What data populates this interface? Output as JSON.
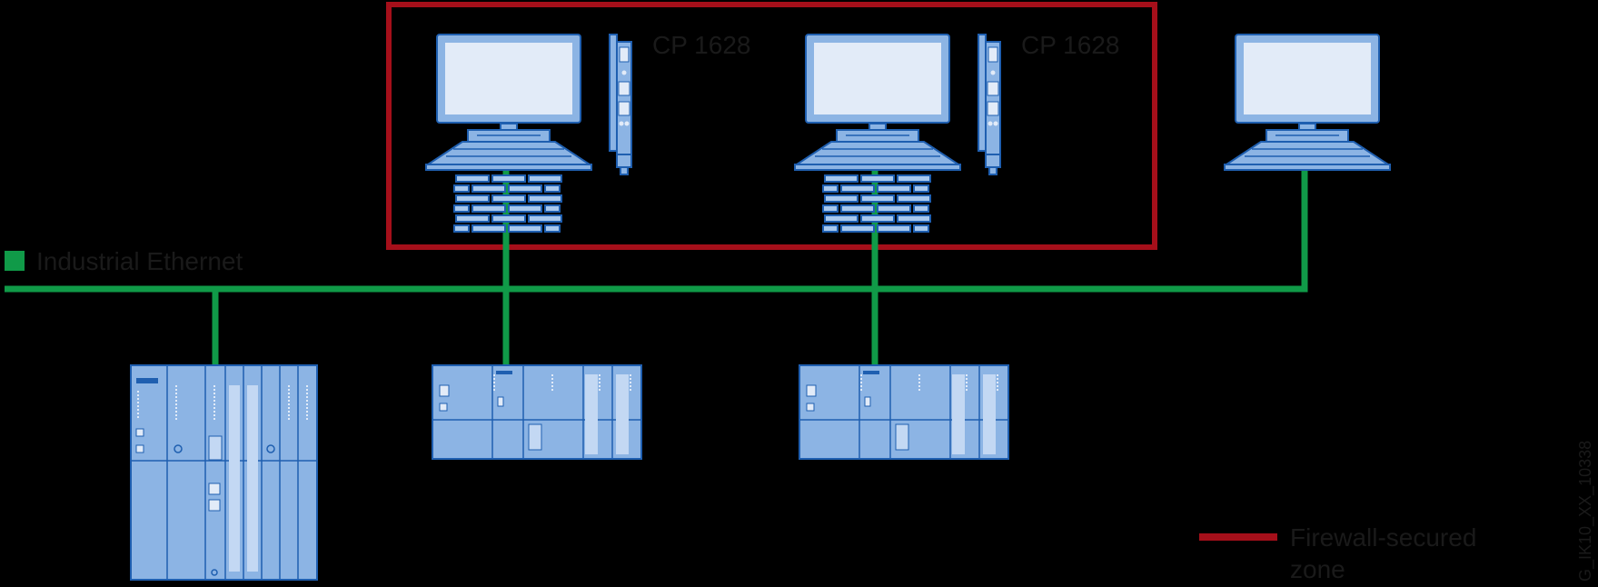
{
  "diagram": {
    "legend_ethernet": "Industrial Ethernet",
    "cp_label_1": "CP 1628",
    "cp_label_2": "CP 1628",
    "legend_firewall_line1": "Firewall-secured",
    "legend_firewall_line2": "zone",
    "figure_id": "G_IK10_XX_10338"
  },
  "colors": {
    "background": "#000000",
    "ethernet": "#109a48",
    "firewall_zone": "#a50f1a",
    "device_fill": "#8cb4e4",
    "device_outline": "#1f5fb0",
    "text": "#1a1a1a"
  },
  "icons": [
    "pc-icon",
    "cp1628-card-icon",
    "firewall-icon",
    "plc-rack-icon"
  ]
}
